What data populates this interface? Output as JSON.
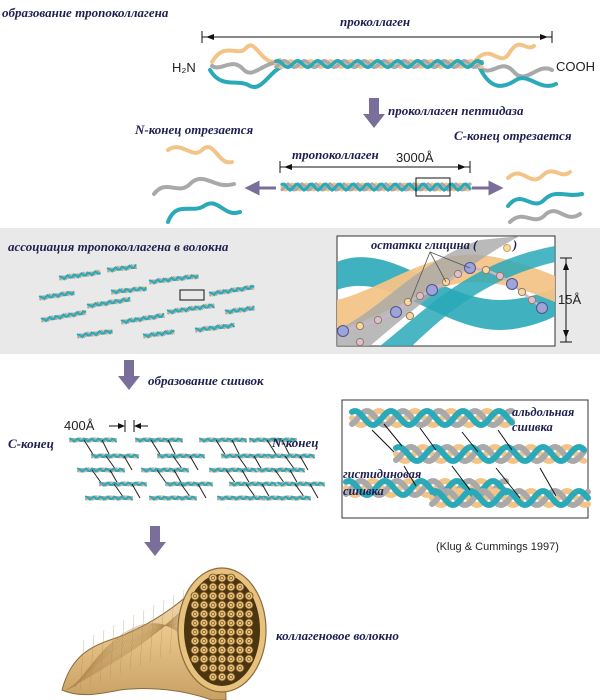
{
  "labels": {
    "tropocollagen_formation": "образование тропоколлагена",
    "procollagen": "проколлаген",
    "h2n": "H₂N",
    "cooh": "COOH",
    "peptidase": "проколлаген пептидаза",
    "n_end_cut": "N-конец отрезается",
    "c_end_cut": "C-конец отрезается",
    "tropocollagen": "тропоколлаген",
    "length_3000": "3000Å",
    "association": "ассоциация тропоколлагена в волокна",
    "glycine": "остатки глицина (",
    "glycine_close": ")",
    "helix_15": "15Å",
    "crosslink_formation": "образование сшивок",
    "gap_400": "400Å",
    "c_end": "C-конец",
    "n_end": "N-конец",
    "aldol_1": "альдольная",
    "aldol_2": "сшивка",
    "histidine_1": "гистидиновая",
    "histidine_2": "сшивка",
    "citation": "(Klug & Cummings 1997)",
    "fiber": "коллагеновое волокно"
  },
  "colors": {
    "orange": "#f3c488",
    "teal": "#2aa9b8",
    "gray": "#a9a9a9",
    "arrow": "#7a6f9a",
    "band": "#e9e9ea",
    "text": "#1e1e50"
  }
}
